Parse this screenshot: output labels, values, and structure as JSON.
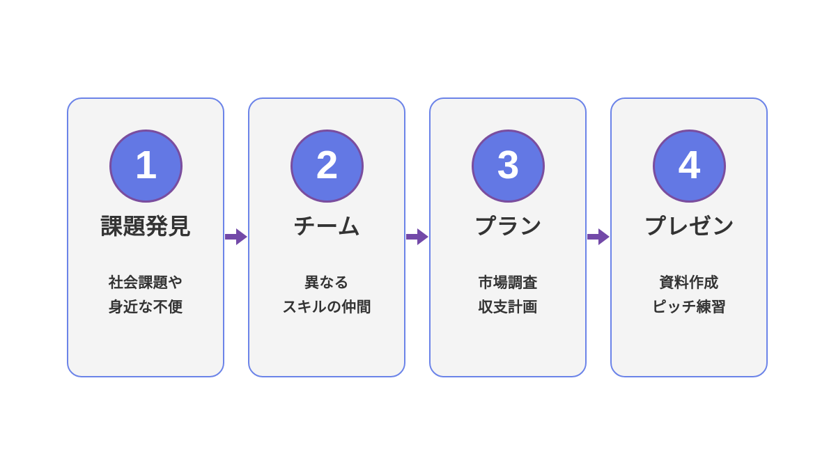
{
  "diagram": {
    "type": "horizontal-step-flow",
    "background_color": "#ffffff",
    "accent_colors": {
      "card_border": "#6b83e8",
      "card_fill": "#f4f4f4",
      "circle_fill": "#6378e4",
      "circle_border": "#7a4d9e",
      "arrow": "#7349a8",
      "text": "#333333",
      "number_text": "#ffffff"
    },
    "steps": [
      {
        "number": "1",
        "title": "課題発見",
        "desc_lines": [
          "社会課題や",
          "身近な不便"
        ]
      },
      {
        "number": "2",
        "title": "チーム",
        "desc_lines": [
          "異なる",
          "スキルの仲間"
        ]
      },
      {
        "number": "3",
        "title": "プラン",
        "desc_lines": [
          "市場調査",
          "収支計画"
        ]
      },
      {
        "number": "4",
        "title": "プレゼン",
        "desc_lines": [
          "資料作成",
          "ピッチ練習"
        ]
      }
    ],
    "connectors": [
      {
        "icon": "arrow-right-icon",
        "from": "1",
        "to": "2"
      },
      {
        "icon": "arrow-right-icon",
        "from": "2",
        "to": "3"
      },
      {
        "icon": "arrow-right-icon",
        "from": "3",
        "to": "4"
      }
    ]
  }
}
